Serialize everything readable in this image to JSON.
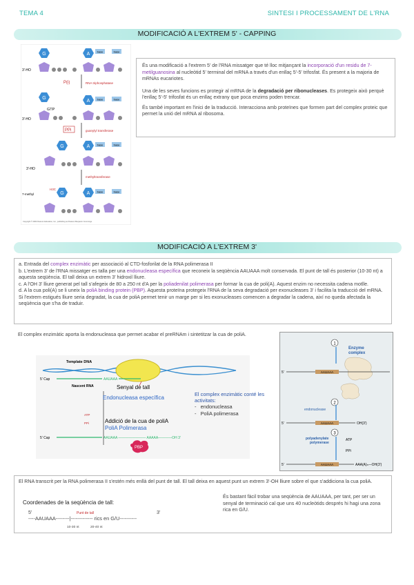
{
  "header": {
    "left": "TEMA 4",
    "right": "SINTESI I PROCESSAMENT DE L'RNA"
  },
  "section1": {
    "title": "MODIFICACIÓ A L'EXTREM 5' - CAPPING",
    "fig": {
      "g": "G",
      "a": "A",
      "base": "base",
      "p": "P",
      "ho": "3'-HO",
      "pi": "P(i)",
      "gtp": "GTP",
      "ppi": "PPi",
      "rna_triphosphatase": "RNA triphosphatase",
      "guanylyl_transferase": "guanylyl transferase",
      "methyltransferase": "methyltransferase",
      "ch3": "H3C",
      "methyl": "7-methyl",
      "copyright": "Copyright © 2009 Pearson Education, Inc., publishing as Pearson Benjamin Cummings."
    },
    "p1_a": "És una modificació a l'extrem 5' de l'RNA missatger que té lloc mitjançant la ",
    "p1_hl": "incorporació d'un residu de 7-metilguanosina",
    "p1_b": " al nucleòtid 5' terminal del mRNA a través d'un enllaç 5'-5' trifosfat. És present a la majoria de mRNAs eucariotes.",
    "p2_a": "Una de les seves funcions es protegir al mRNA de la ",
    "p2_bold": "degradació per ribonucleases",
    "p2_b": ". Es protegeix això perquè l'enllaç 5'-5' trifosfat és un enllaç extrany que poca enzims poden trencar.",
    "p3": "És també important en l'inici de la traducció. Interacciona amb proteïnes que formen part del complex proteic que permet la unió del mRNA al ribosoma."
  },
  "section2": {
    "title": "MODIFICACIÓ A L'EXTREM 3'",
    "a_1": "a. Entrada del ",
    "a_hl": "complex enzimàtic",
    "a_2": " per associació al CTD-fosforilat de la RNA polimerasa II",
    "b_1": "b. L'extrem 3' de l'RNA missatger es talla per una ",
    "b_hl": "endonucleasa específica",
    "b_2": " que reconeix la seqüència AAUAAA molt conservada. El punt de tall és posterior (10-30 nt) a aquesta seqüència. El tall deixa un extrem 3' hidroxil lliure.",
    "c_1": "c. A l'OH 3' lliure generat pel tall s'afegeix de 80 a 250 nt d'A per la ",
    "c_hl": "poliadenilat polimerasa",
    "c_2": " per formar la cua de poli(A). Aquest enzim no necessita cadena motlle.",
    "d_1": "d. A la cua poli(A) se li uneix la ",
    "d_hl": "poliA binding protein (PBP)",
    "d_2": ". Aquesta proteïna protegeix l'RNA de la seva degradació per exonucleases 3' i facilita la traducció del mRNA. Si l'extrem estigués lliure seria degradat, la cua de poliA permet tenir un marge per si les exonucleases comencen a degradar la cadena, així no queda afectada la seqüència que s'ha de traduir.",
    "intro": "El complex enzimàtic aporta la endonucleasa que permet acabar el preRNAm i sintetitzar la cua de poliA.",
    "figL": {
      "template": "Template DNA",
      "cap": "5' Cap",
      "nascent": "Nascent RNA",
      "aauaaa": "AAUAAA",
      "senyal": "Senyal de tall",
      "endo": "Endonucleasa específica",
      "atp": "ATP",
      "ppi": "PPi",
      "adicio": "Addició de la cua de poliA",
      "polia_pol": "PoliA Polimerasa",
      "aauaaa_tail": "AAUAAA ———————— AAAAA————OH 3'",
      "pbp": "PBP"
    },
    "complex": {
      "title": "El complex enzimàtic conté les activitats:",
      "item1": "endonucleasa",
      "item2": "PoliA polimerasa"
    },
    "figR": {
      "n1": "1",
      "n2": "2",
      "n3": "3",
      "enzyme": "Enzyme",
      "complexw": "complex",
      "five": "5'",
      "aauaaa": "AAUAAA",
      "endonuclease": "endonuclease",
      "oh": "OH(3')",
      "poly1": "polyadenylate",
      "poly2": "polymerase",
      "atp": "ATP",
      "ppi": "PPi",
      "tail": "AAA(A)ₙ—OH(3')"
    },
    "bottom": {
      "text": "El RNA transcrit per la RNA polimerasa II s'estén més enllà del punt de tall. El tall deixa en aquest punt un extrem 3'-OH lliure sobre el que s'addiciona la cua poliA.",
      "coords_title": "Coordenades de la seqüència de tall:",
      "five": "5'",
      "three": "3'",
      "punt": "Punt de tall",
      "seq": "----AAUAAA--------|------------- rics en G/U----------",
      "d1": "10-30 nt",
      "d2": "20-40 nt",
      "right": "És bastant fàcil trobar una seqüència de AAUAAA, per tant, per ser un senyal de terminació cal que uns 40 nucleòtids després hi hagi una zona rica en G/U."
    }
  }
}
